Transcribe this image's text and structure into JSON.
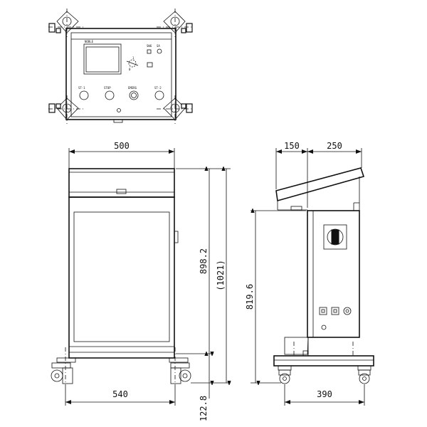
{
  "dimensions": {
    "front_width": "500",
    "front_height": "898.2",
    "front_height_ref": "(1021)",
    "caster_base_width": "540",
    "caster_height": "122.8",
    "side_top_left": "150",
    "side_top_right": "250",
    "side_height": "819.6",
    "side_base_width": "390"
  },
  "panel_labels": {
    "brand": "NOBLE",
    "top_label_1": "SW6",
    "top_label_2": "SA",
    "btn1": "ST-1",
    "btn2": "STOP",
    "btn3": "EMERG",
    "btn4": "ST-2"
  },
  "colors": {
    "line": "#111111",
    "background": "#ffffff"
  }
}
